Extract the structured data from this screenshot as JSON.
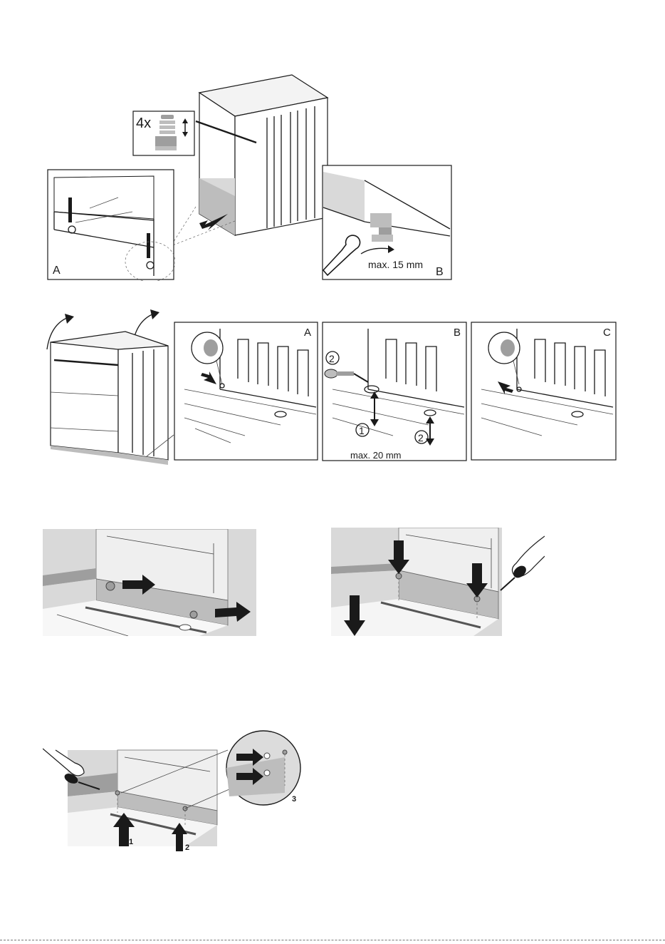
{
  "row1": {
    "foot_callout": {
      "count": "4x",
      "icon": "adjustable-foot-icon"
    },
    "panel_a": {
      "letter": "A"
    },
    "panel_b": {
      "letter": "B",
      "measure": "max. 15 mm",
      "icon": "wrench-icon"
    }
  },
  "row2": {
    "panel_a": {
      "letter": "A"
    },
    "panel_b": {
      "letter": "B",
      "measure": "max. 20 mm",
      "step1": "1",
      "step2a": "2",
      "step2b": "2",
      "icon": "screwdriver-icon"
    },
    "panel_c": {
      "letter": "C"
    }
  },
  "row4": {
    "step1": "1",
    "step2": "2",
    "step3": "3"
  }
}
